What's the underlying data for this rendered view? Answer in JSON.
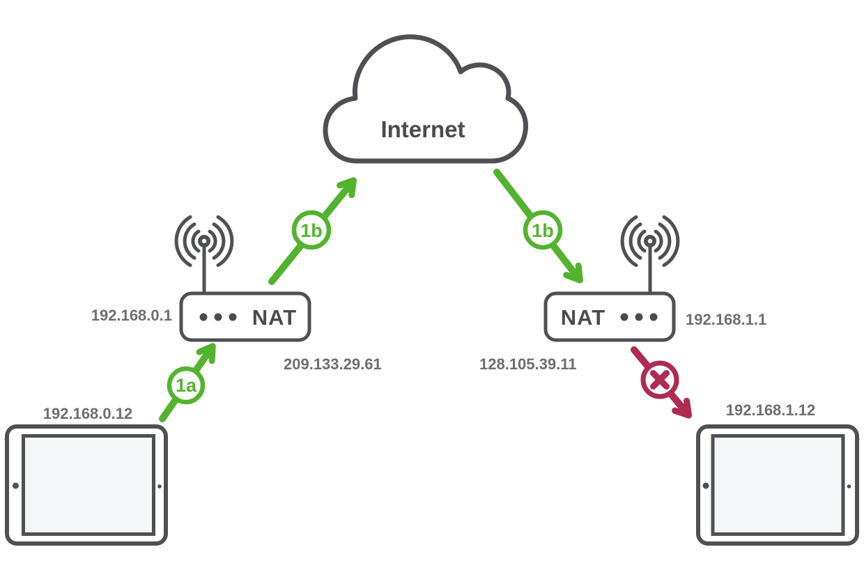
{
  "colors": {
    "green": "#53b32e",
    "red": "#b02a52",
    "outline_gray": "#4f5053",
    "dark_text": "#4a4b4d",
    "label_gray": "#6d6e71"
  },
  "cloud": {
    "label": "Internet"
  },
  "left_network": {
    "router_label": "NAT",
    "lan_ip": "192.168.0.1",
    "wan_ip": "209.133.29.61",
    "device_ip": "192.168.0.12",
    "badge_device_to_nat": "1a",
    "badge_nat_to_internet": "1b"
  },
  "right_network": {
    "router_label": "NAT",
    "lan_ip": "192.168.1.1",
    "wan_ip": "128.105.39.11",
    "device_ip": "192.168.1.12",
    "badge_internet_to_nat": "1b"
  }
}
